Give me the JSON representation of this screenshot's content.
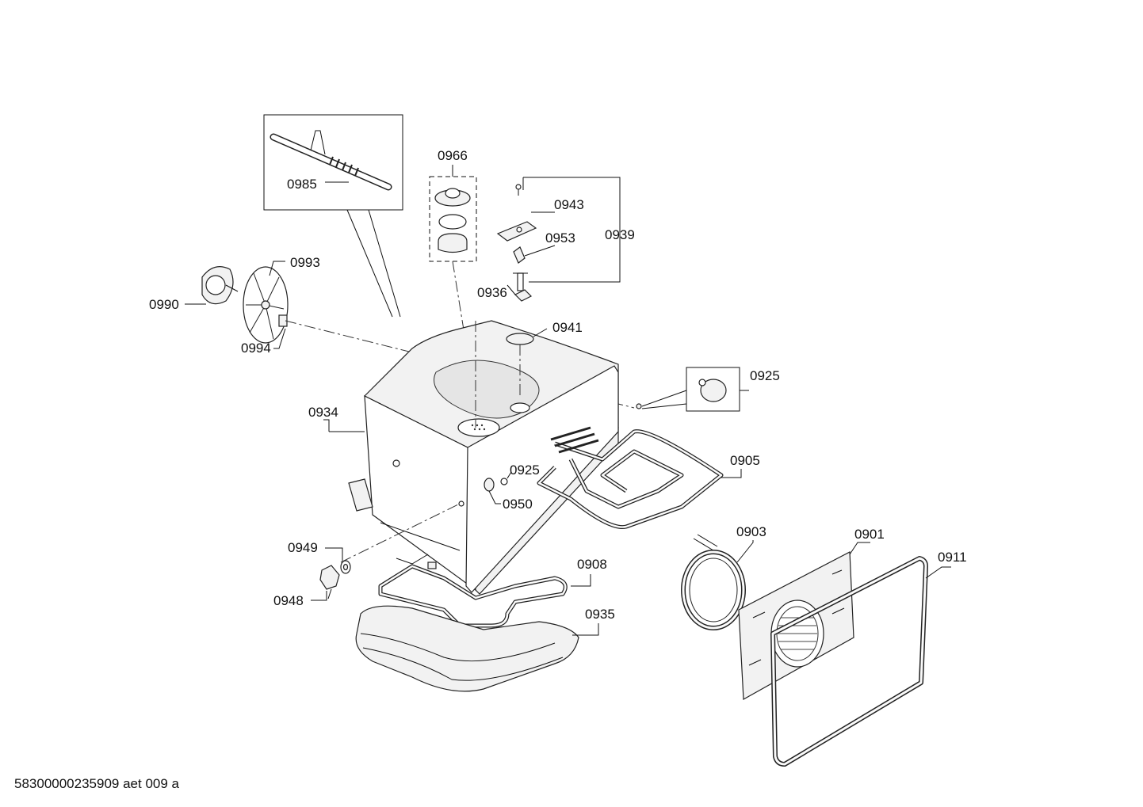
{
  "labels": {
    "p0901": "0901",
    "p0903": "0903",
    "p0905": "0905",
    "p0908": "0908",
    "p0911": "0911",
    "p0925a": "0925",
    "p0925b": "0925",
    "p0934": "0934",
    "p0935": "0935",
    "p0936": "0936",
    "p0939": "0939",
    "p0941": "0941",
    "p0943": "0943",
    "p0948": "0948",
    "p0949": "0949",
    "p0950": "0950",
    "p0953": "0953",
    "p0966": "0966",
    "p0985": "0985",
    "p0990": "0990",
    "p0993": "0993",
    "p0994": "0994"
  },
  "footer": "58300000235909 aet 009 a"
}
